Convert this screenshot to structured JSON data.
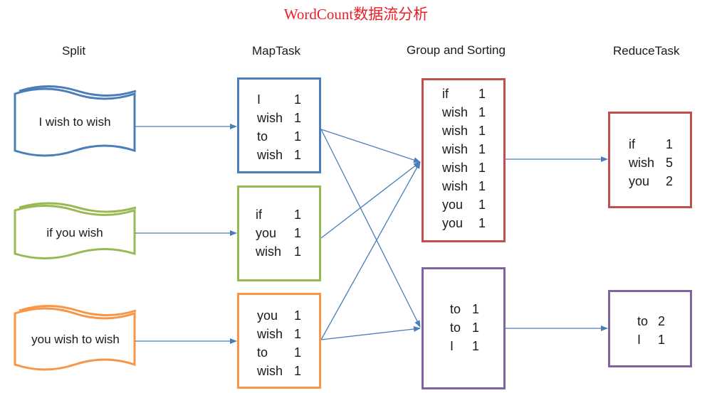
{
  "title": "WordCount数据流分析",
  "headers": {
    "split": "Split",
    "map": "MapTask",
    "group": "Group and Sorting",
    "reduce": "ReduceTask"
  },
  "colors": {
    "title": "#e8202a",
    "blue": "#4a7ebb",
    "green": "#98b954",
    "orange": "#f79646",
    "red": "#c0504d",
    "purple": "#8064a2",
    "arrow": "#4a7ebb"
  },
  "splits": [
    {
      "text": "I wish to wish",
      "color": "blue"
    },
    {
      "text": "if you wish",
      "color": "green"
    },
    {
      "text": "you wish to wish",
      "color": "orange"
    }
  ],
  "map_tasks": [
    {
      "color": "blue",
      "pairs": [
        {
          "word": "I",
          "count": "1"
        },
        {
          "word": "wish",
          "count": "1"
        },
        {
          "word": "to",
          "count": "1"
        },
        {
          "word": "wish",
          "count": "1"
        }
      ]
    },
    {
      "color": "green",
      "pairs": [
        {
          "word": "if",
          "count": "1"
        },
        {
          "word": "you",
          "count": "1"
        },
        {
          "word": "wish",
          "count": "1"
        }
      ]
    },
    {
      "color": "orange",
      "pairs": [
        {
          "word": "you",
          "count": "1"
        },
        {
          "word": "wish",
          "count": "1"
        },
        {
          "word": "to",
          "count": "1"
        },
        {
          "word": "wish",
          "count": "1"
        }
      ]
    }
  ],
  "groups": [
    {
      "color": "red",
      "pairs": [
        {
          "word": "if",
          "count": "1"
        },
        {
          "word": "wish",
          "count": "1"
        },
        {
          "word": "wish",
          "count": "1"
        },
        {
          "word": "wish",
          "count": "1"
        },
        {
          "word": "wish",
          "count": "1"
        },
        {
          "word": "wish",
          "count": "1"
        },
        {
          "word": "you",
          "count": "1"
        },
        {
          "word": "you",
          "count": "1"
        }
      ]
    },
    {
      "color": "purple",
      "pairs": [
        {
          "word": "to",
          "count": "1"
        },
        {
          "word": "to",
          "count": "1"
        },
        {
          "word": "I",
          "count": "1"
        }
      ]
    }
  ],
  "reduce_tasks": [
    {
      "color": "red",
      "pairs": [
        {
          "word": "if",
          "count": "1"
        },
        {
          "word": "wish",
          "count": "5"
        },
        {
          "word": "you",
          "count": "2"
        }
      ]
    },
    {
      "color": "purple",
      "pairs": [
        {
          "word": "to",
          "count": "2"
        },
        {
          "word": "I",
          "count": "1"
        }
      ]
    }
  ]
}
